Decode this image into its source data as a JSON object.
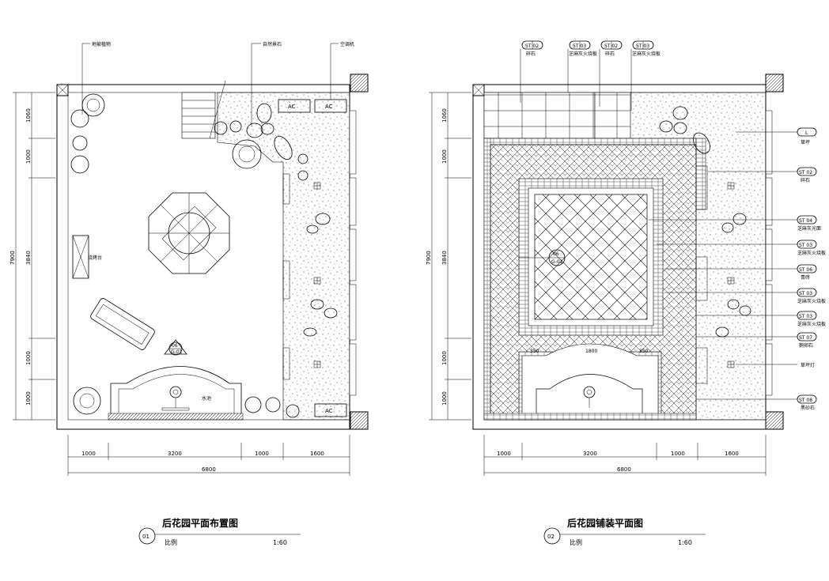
{
  "plan1": {
    "title": "后花园平面布置图",
    "number": "01",
    "scale_label": "比例",
    "scale": "1:60",
    "labels": {
      "plant_top": "地被植物",
      "stone_top": "自然景石",
      "ac_top": "空调机",
      "bbq": "烧烤台",
      "fountain": "水池",
      "section_num": "06",
      "section_ref": "G-01"
    },
    "ac_units": [
      "AC",
      "AC",
      "AC"
    ],
    "dims_bottom": [
      "1000",
      "3200",
      "1000",
      "1600"
    ],
    "dim_total": "6800",
    "dims_left": [
      "1060",
      "1000",
      "3840",
      "1000",
      "1000"
    ],
    "dim_left_total": "7900"
  },
  "plan2": {
    "title": "后花园铺装平面图",
    "number": "02",
    "scale_label": "比例",
    "scale": "1:60",
    "top_tags": [
      {
        "code": "ST 02",
        "desc": "碎石"
      },
      {
        "code": "ST 03",
        "desc": "芝麻灰火烧板"
      },
      {
        "code": "ST 02",
        "desc": "碎石"
      },
      {
        "code": "ST 03",
        "desc": "芝麻灰火烧板"
      }
    ],
    "right_tags": [
      {
        "code": "L",
        "desc": "草坪"
      },
      {
        "code": "ST 02",
        "desc": "碎石"
      },
      {
        "code": "ST 04",
        "desc": "芝麻灰光面"
      },
      {
        "code": "ST 03",
        "desc": "芝麻灰火烧板"
      },
      {
        "code": "ST 06",
        "desc": "青砖"
      },
      {
        "code": "ST 03",
        "desc": "芝麻灰火烧板"
      },
      {
        "code": "ST 03",
        "desc": "芝麻灰火烧板"
      },
      {
        "code": "ST 07",
        "desc": "鹅卵石"
      },
      {
        "code": "",
        "desc": "草坪灯"
      },
      {
        "code": "ST 08",
        "desc": "黑砂石"
      }
    ],
    "center_tag": {
      "num": "06",
      "ref": "G-01"
    },
    "inner_dims": [
      "350",
      "1800",
      "350"
    ],
    "dims_bottom": [
      "1000",
      "3200",
      "1000",
      "1600"
    ],
    "dim_total": "6800",
    "dims_left": [
      "1060",
      "1000",
      "3840",
      "1000",
      "1000"
    ],
    "dim_left_total": "7900"
  }
}
